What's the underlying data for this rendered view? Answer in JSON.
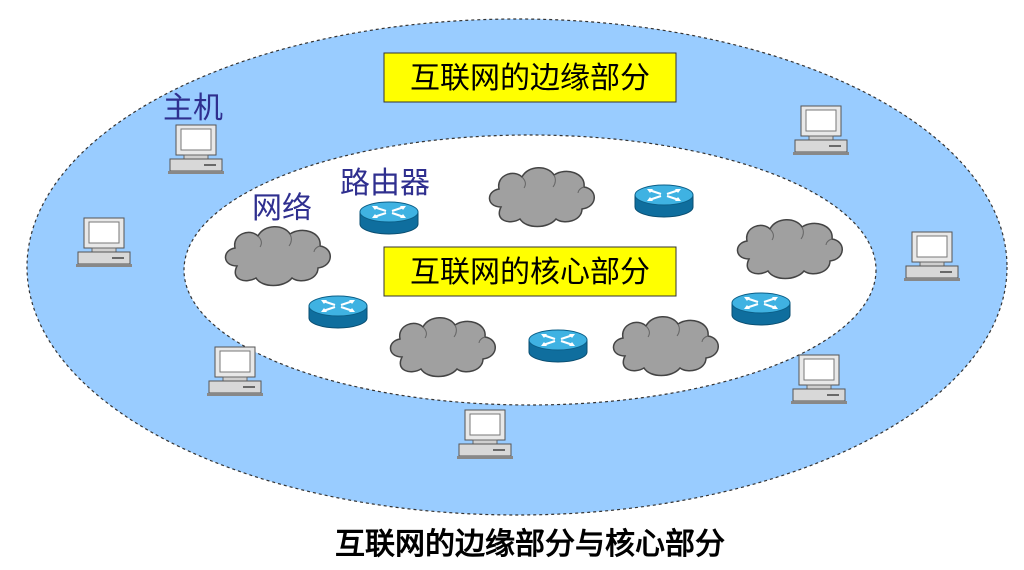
{
  "title": "互联网的边缘部分与核心部分",
  "labels": {
    "edge_box": "互联网的边缘部分",
    "core_box": "互联网的核心部分",
    "host": "主机",
    "network": "网络",
    "router": "路由器"
  },
  "colors": {
    "edge_fill": "#99ccff",
    "core_fill": "#ffffff",
    "label_box_fill": "#ffff00",
    "label_text": "#2f2f8f",
    "cloud_fill": "#a0a0a0",
    "router_fill": "#1a8fc4"
  },
  "icons": {
    "host": "computer-icon",
    "network": "cloud-icon",
    "router": "router-icon"
  }
}
